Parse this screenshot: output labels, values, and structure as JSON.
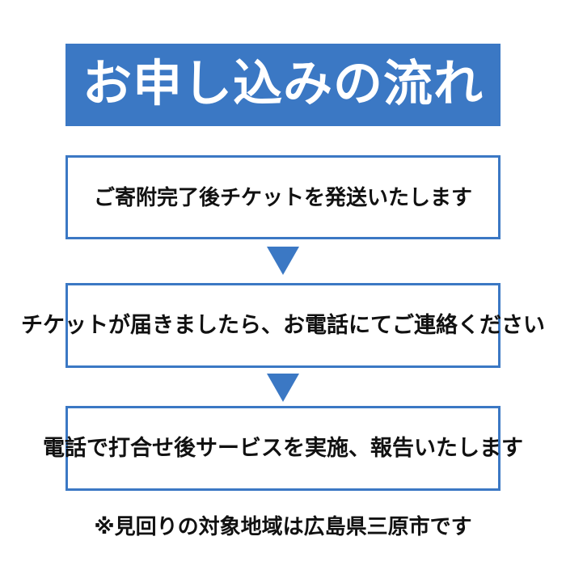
{
  "page": {
    "background_color": "#ffffff",
    "accent_color": "#3b78c4",
    "text_color": "#111111"
  },
  "header": {
    "title": "お申し込みの流れ",
    "background_color": "#3b78c4",
    "text_color": "#ffffff"
  },
  "steps": [
    {
      "index": 1,
      "text": "ご寄附完了後チケットを発送いたします",
      "border_color": "#3b78c4"
    },
    {
      "index": 2,
      "text": "チケットが届きましたら、お電話にてご連絡ください",
      "border_color": "#3b78c4"
    },
    {
      "index": 3,
      "text": "電話で打合せ後サービスを実施、報告いたします",
      "border_color": "#3b78c4"
    }
  ],
  "connectors": [
    {
      "index": 1,
      "icon": "triangle-down-icon",
      "color": "#3b78c4"
    },
    {
      "index": 2,
      "icon": "triangle-down-icon",
      "color": "#3b78c4"
    }
  ],
  "footer": {
    "note": "※見回りの対象地域は広島県三原市です"
  }
}
